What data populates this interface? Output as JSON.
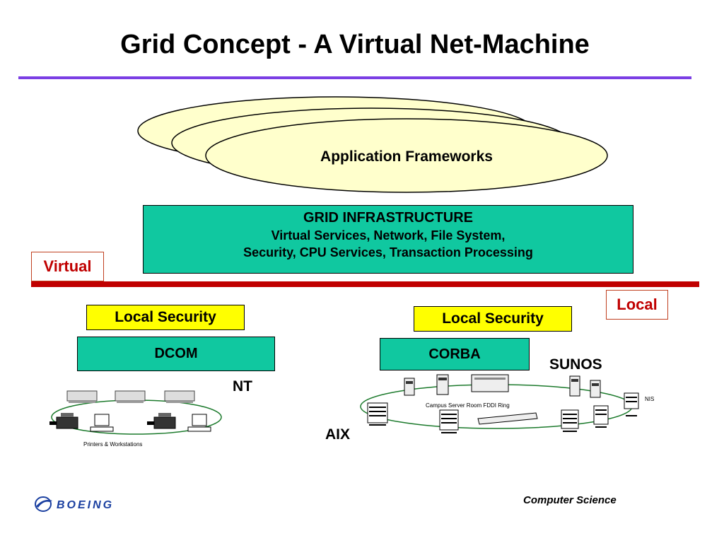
{
  "title": "Grid Concept - A Virtual Net-Machine",
  "frameworks": {
    "label": "Application Frameworks",
    "fill": "#ffffcc"
  },
  "grid_infrastructure": {
    "heading": "GRID INFRASTRUCTURE",
    "line2": "Virtual Services, Network, File System,",
    "line3": "Security, CPU Services, Transaction Processing",
    "fill": "#10c8a0"
  },
  "tags": {
    "virtual": "Virtual",
    "local": "Local",
    "color": "#c00000"
  },
  "left_stack": {
    "security": "Local Security",
    "middleware": "DCOM",
    "os": "NT",
    "caption": "Printers & Workstations"
  },
  "right_stack": {
    "security": "Local Security",
    "middleware": "CORBA",
    "os_sunos": "SUNOS",
    "os_aix": "AIX",
    "ring_caption": "Campus Server Room FDDI Ring",
    "nis_caption": "NIS"
  },
  "footer": {
    "logo_text": "BOEING",
    "right_text": "Computer Science"
  },
  "colors": {
    "accent_rule": "#7b3fe4",
    "security_fill": "#ffff00",
    "logo_blue": "#1a3fa0"
  },
  "icons": [
    "printer-icon",
    "workstation-icon",
    "network-device-icon",
    "server-tower-icon",
    "rack-server-icon",
    "boeing-logo-icon"
  ]
}
